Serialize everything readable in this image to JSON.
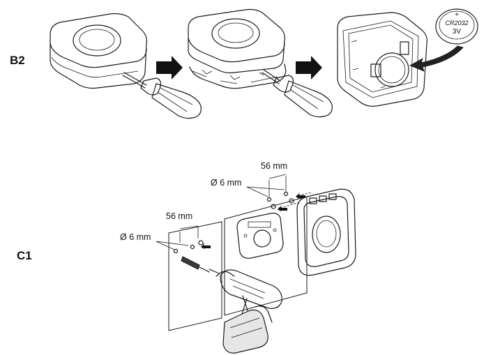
{
  "steps": {
    "b2": {
      "label": "B2"
    },
    "c1": {
      "label": "C1"
    }
  },
  "battery": {
    "polarity": "+",
    "model": "CR2032",
    "voltage": "3V"
  },
  "dimensions": {
    "spacing_left": "56 mm",
    "spacing_right": "56 mm",
    "hole_left": "Ø 6 mm",
    "hole_right": "Ø 6 mm"
  }
}
